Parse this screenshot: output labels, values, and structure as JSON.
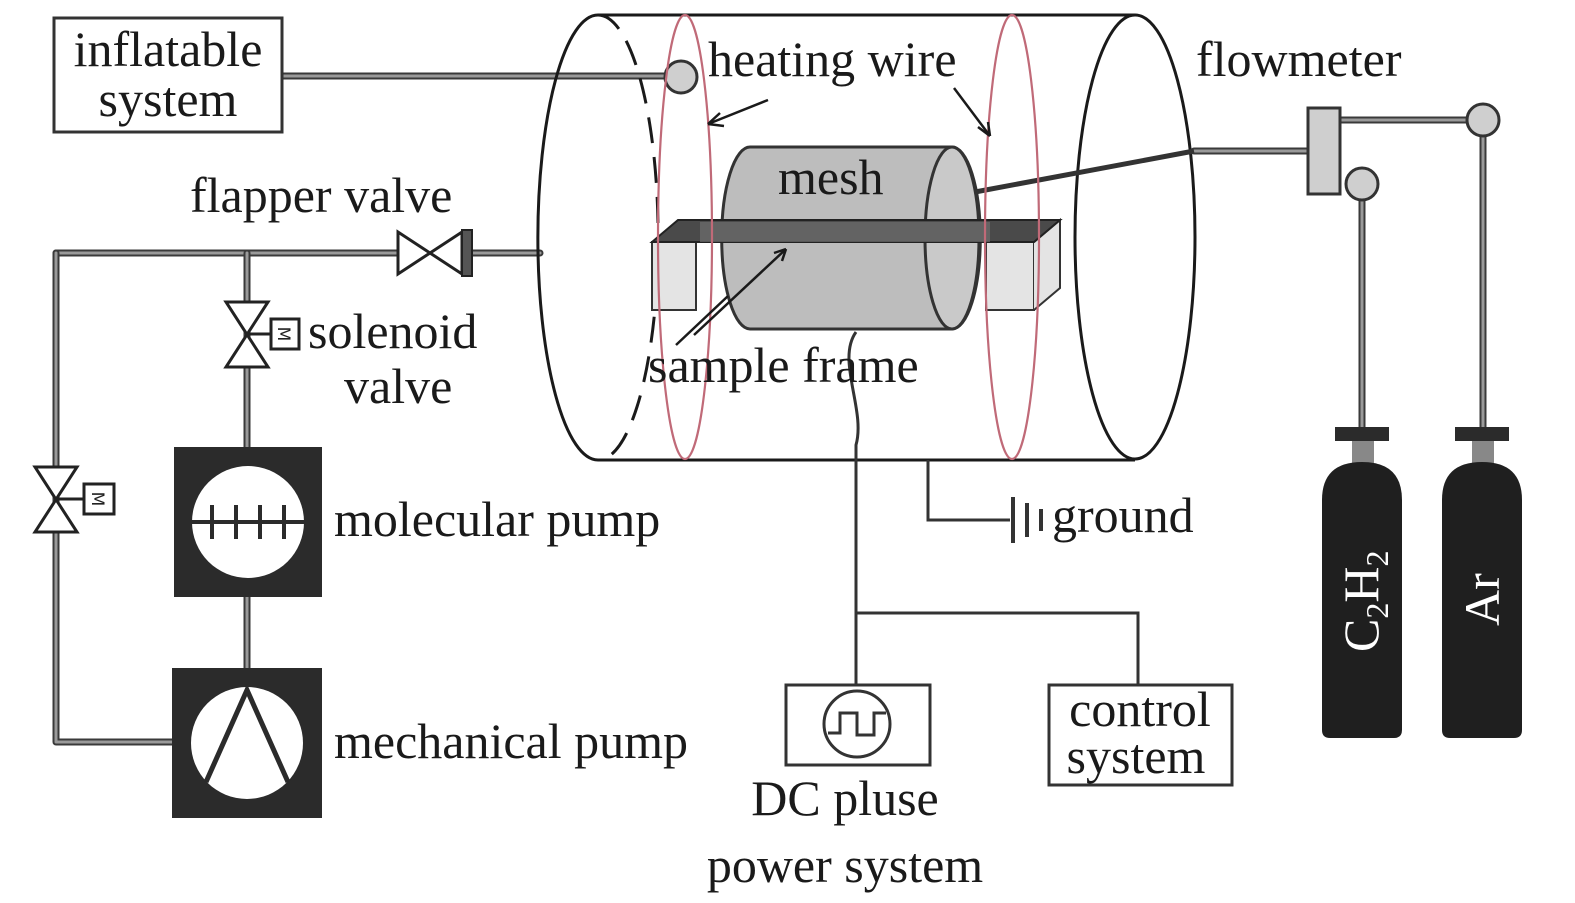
{
  "labels": {
    "inflatable_line1": "inflatable",
    "inflatable_line2": "system",
    "heating_wire": "heating wire",
    "flowmeter": "flowmeter",
    "mesh": "mesh",
    "flapper_valve": "flapper valve",
    "solenoid_line1": "solenoid",
    "solenoid_line2": "valve",
    "sample_frame": "sample frame",
    "molecular_pump": "molecular pump",
    "mechanical_pump": "mechanical pump",
    "ground": "ground",
    "control_line1": "control",
    "control_line2": "system",
    "dc_line1": "DC pluse",
    "dc_line2": "power system",
    "gas1_base": "C",
    "gas1_sub1": "2",
    "gas1_mid": "H",
    "gas1_sub2": "2",
    "gas2": "Ar",
    "valve_m": "M"
  },
  "colors": {
    "heating_wire": "#c06a78",
    "cylinder_fill": "#2b2b2b",
    "mesh_fill": "#bdbdbd",
    "line": "#333333"
  }
}
